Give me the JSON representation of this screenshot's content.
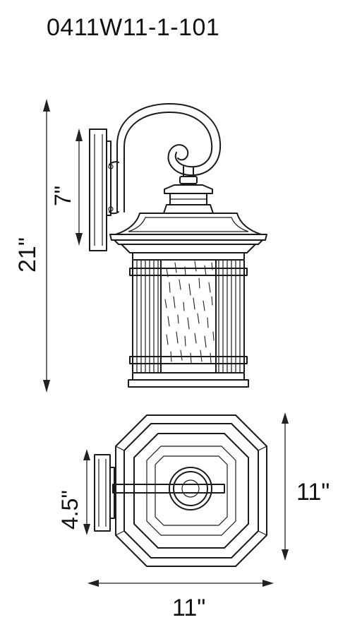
{
  "model_number": "0411W11-1-101",
  "dimensions": {
    "overall_height": "21\"",
    "arm_extension": "7\"",
    "backplate_width": "4.5\"",
    "depth": "11\"",
    "width": "11\""
  }
}
